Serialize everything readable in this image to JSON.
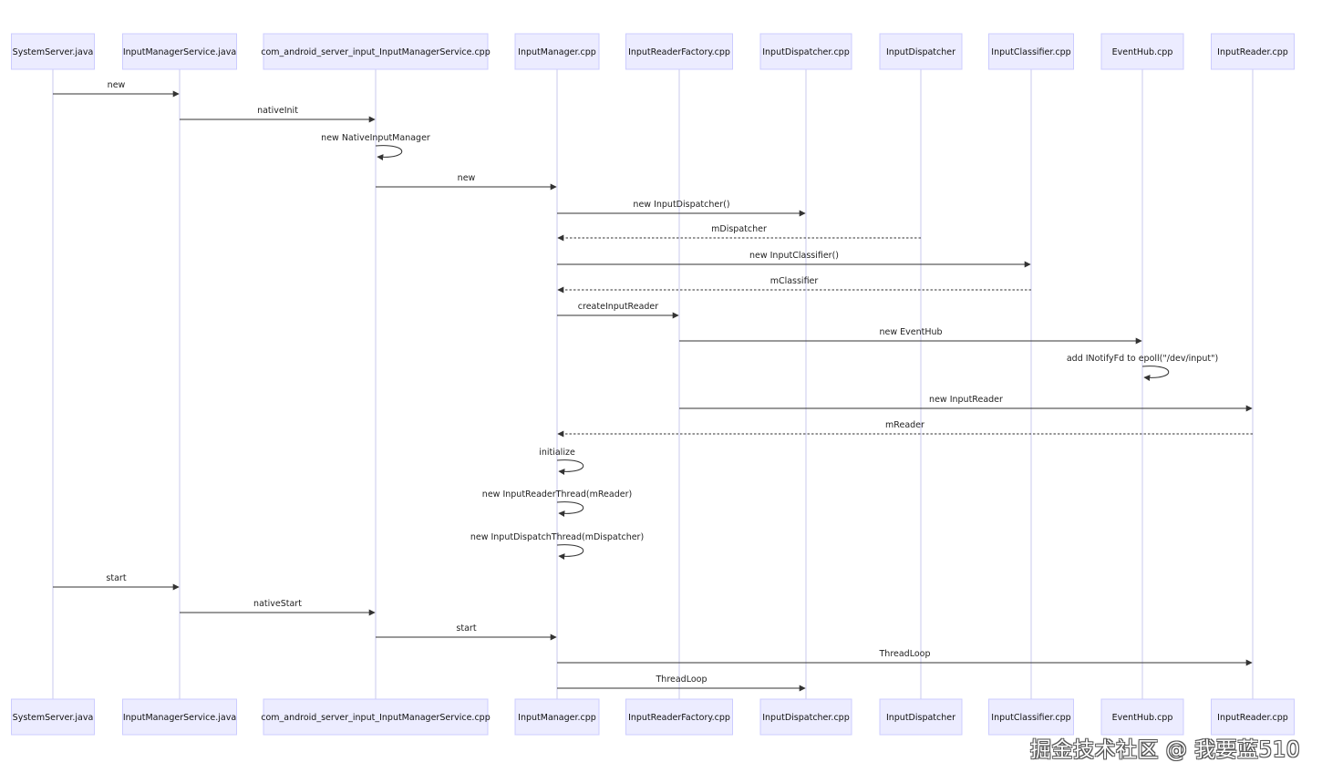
{
  "actors": [
    {
      "id": "ss",
      "label": "SystemServer.java"
    },
    {
      "id": "ims",
      "label": "InputManagerService.java"
    },
    {
      "id": "jni",
      "label": "com_android_server_input_InputManagerService.cpp"
    },
    {
      "id": "im",
      "label": "InputManager.cpp"
    },
    {
      "id": "irf",
      "label": "InputReaderFactory.cpp"
    },
    {
      "id": "idc",
      "label": "InputDispatcher.cpp"
    },
    {
      "id": "id",
      "label": "InputDispatcher"
    },
    {
      "id": "ic",
      "label": "InputClassifier.cpp"
    },
    {
      "id": "eh",
      "label": "EventHub.cpp"
    },
    {
      "id": "ir",
      "label": "InputReader.cpp"
    }
  ],
  "messages": [
    {
      "from": "ss",
      "to": "ims",
      "label": "new",
      "style": "solid"
    },
    {
      "from": "ims",
      "to": "jni",
      "label": "nativeInit",
      "style": "solid"
    },
    {
      "from": "jni",
      "to": "jni",
      "label": "new NativeInputManager",
      "style": "solid"
    },
    {
      "from": "jni",
      "to": "im",
      "label": "new",
      "style": "solid"
    },
    {
      "from": "im",
      "to": "idc",
      "label": "new InputDispatcher()",
      "style": "solid"
    },
    {
      "from": "id",
      "to": "im",
      "label": "mDispatcher",
      "style": "dotted"
    },
    {
      "from": "im",
      "to": "ic",
      "label": "new InputClassifier()",
      "style": "solid"
    },
    {
      "from": "ic",
      "to": "im",
      "label": "mClassifier",
      "style": "dotted"
    },
    {
      "from": "im",
      "to": "irf",
      "label": "createInputReader",
      "style": "solid"
    },
    {
      "from": "irf",
      "to": "eh",
      "label": "new EventHub",
      "style": "solid"
    },
    {
      "from": "eh",
      "to": "eh",
      "label": "add INotifyFd to epoll(\"/dev/input\")",
      "style": "solid"
    },
    {
      "from": "irf",
      "to": "ir",
      "label": "new InputReader",
      "style": "solid"
    },
    {
      "from": "ir",
      "to": "im",
      "label": "mReader",
      "style": "dotted"
    },
    {
      "from": "im",
      "to": "im",
      "label": "initialize",
      "style": "solid"
    },
    {
      "from": "im",
      "to": "im",
      "label": "new InputReaderThread(mReader)",
      "style": "solid"
    },
    {
      "from": "im",
      "to": "im",
      "label": "new InputDispatchThread(mDispatcher)",
      "style": "solid"
    },
    {
      "from": "ss",
      "to": "ims",
      "label": "start",
      "style": "solid"
    },
    {
      "from": "ims",
      "to": "jni",
      "label": "nativeStart",
      "style": "solid"
    },
    {
      "from": "jni",
      "to": "im",
      "label": "start",
      "style": "solid"
    },
    {
      "from": "im",
      "to": "ir",
      "label": "ThreadLoop",
      "style": "solid"
    },
    {
      "from": "im",
      "to": "idc",
      "label": "ThreadLoop",
      "style": "solid"
    }
  ],
  "watermark": "掘金技术社区 @ 我要蓝510"
}
